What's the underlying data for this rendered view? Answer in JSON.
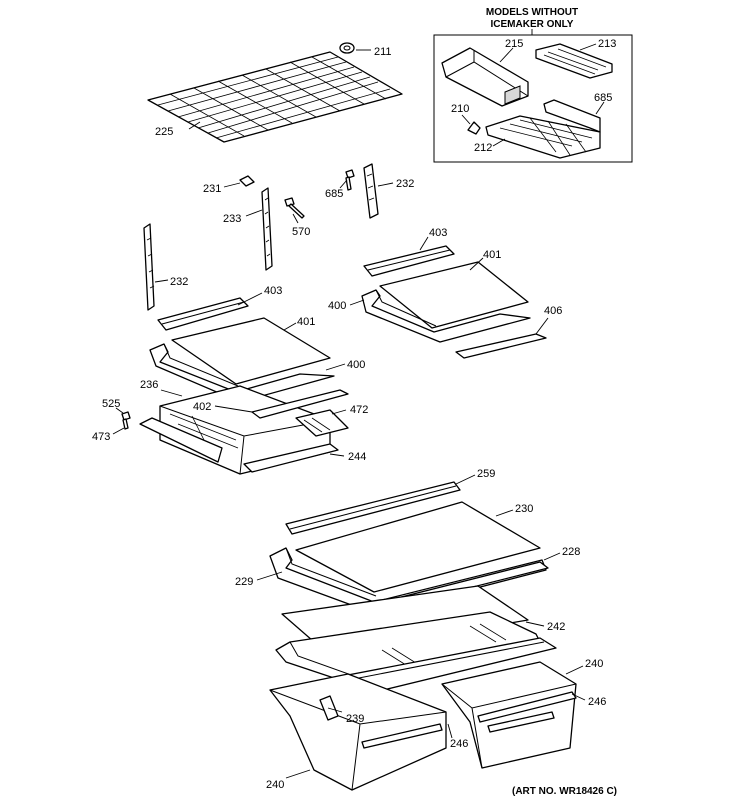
{
  "inset": {
    "title_line1": "MODELS WITHOUT",
    "title_line2": "ICEMAKER ONLY"
  },
  "art_number": "(ART NO. WR18426 C)",
  "parts": {
    "p211": "211",
    "p225": "225",
    "p215": "215",
    "p213": "213",
    "p210": "210",
    "p685a": "685",
    "p212": "212",
    "p231": "231",
    "p233": "233",
    "p570": "570",
    "p685b": "685",
    "p232a": "232",
    "p232b": "232",
    "p403a": "403",
    "p401a": "401",
    "p400a": "400",
    "p406": "406",
    "p403b": "403",
    "p401b": "401",
    "p400b": "400",
    "p236": "236",
    "p402": "402",
    "p472": "472",
    "p525": "525",
    "p473": "473",
    "p244": "244",
    "p259": "259",
    "p230": "230",
    "p228": "228",
    "p229": "229",
    "p242": "242",
    "p240a": "240",
    "p246a": "246",
    "p239": "239",
    "p246b": "246",
    "p240b": "240"
  }
}
